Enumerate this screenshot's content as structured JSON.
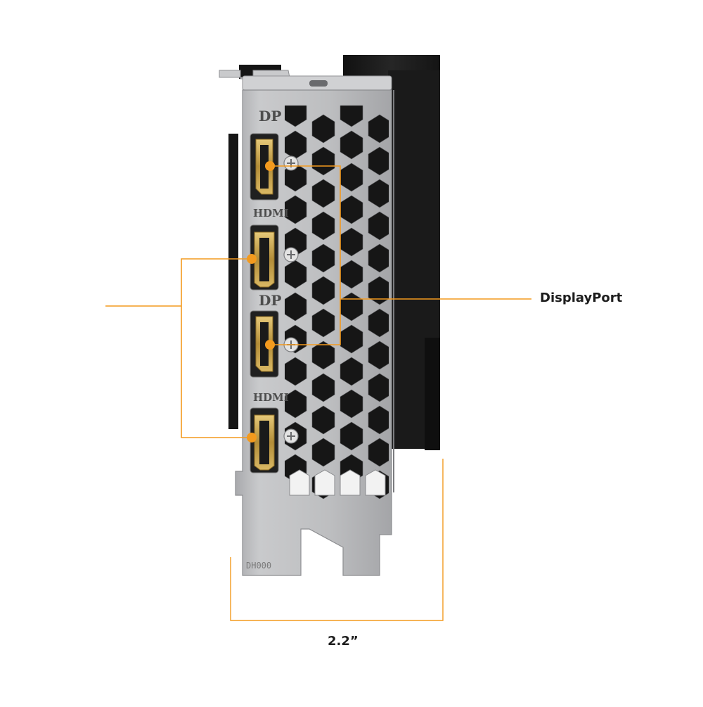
{
  "colors": {
    "accent": "#f39a1e",
    "bracket": "#bfc0c2",
    "bracket_dark": "#9a9b9e",
    "cooler": "#1c1c1c",
    "port_gold": "#c7a24a"
  },
  "ports": [
    {
      "label": "DP",
      "type": "displayport"
    },
    {
      "label": "HDMI",
      "type": "hdmi"
    },
    {
      "label": "DP",
      "type": "displayport"
    },
    {
      "label": "HDMI",
      "type": "hdmi"
    }
  ],
  "callouts": {
    "right": "DisplayPort",
    "left": ""
  },
  "bracket_marking": "DH000",
  "dimension": {
    "label": "2.2”"
  }
}
